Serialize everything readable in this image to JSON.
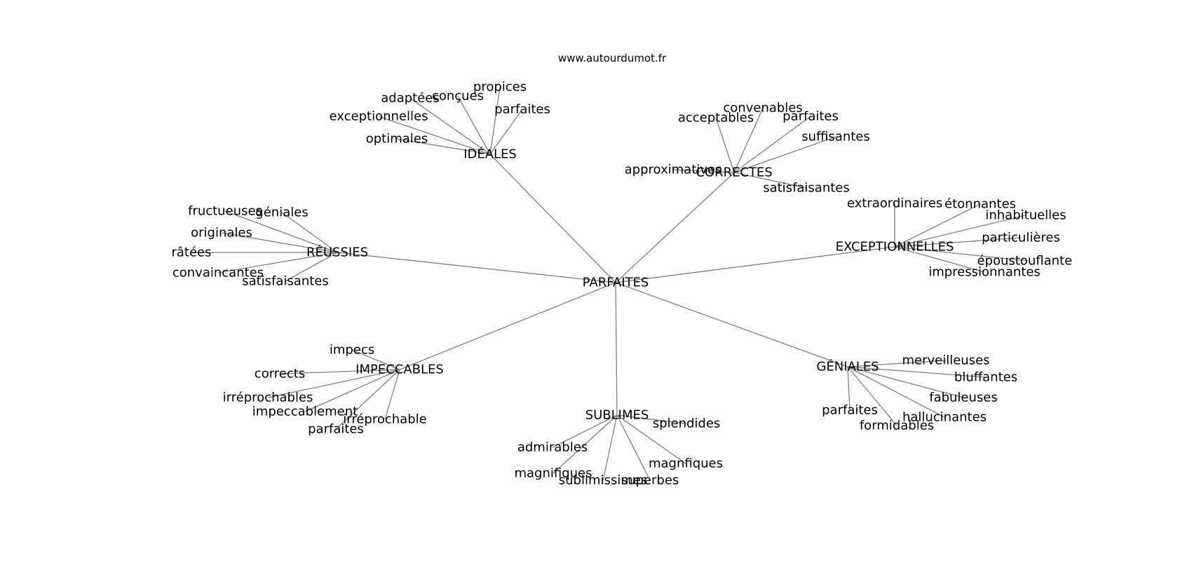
{
  "source": "www.autourdumot.fr",
  "colors": {
    "edge": "#7f7f7f",
    "text": "#000000",
    "background": "#ffffff"
  },
  "center": "PARFAITES",
  "clusters": [
    {
      "id": "ideales",
      "label": "IDÉALES",
      "leaves": [
        "propices",
        "conçues",
        "adaptées",
        "parfaites",
        "exceptionnelles",
        "optimales"
      ]
    },
    {
      "id": "correctes",
      "label": "CORRECTES",
      "leaves": [
        "convenables",
        "acceptables",
        "parfaites",
        "suffisantes",
        "approximatives",
        "satisfaisantes"
      ]
    },
    {
      "id": "reussies",
      "label": "RÉUSSIES",
      "leaves": [
        "fructueuses",
        "géniales",
        "originales",
        "râtées",
        "convaincantes",
        "satisfaisantes"
      ]
    },
    {
      "id": "exceptionnelles",
      "label": "EXCEPTIONNELLES",
      "leaves": [
        "extraordinaires",
        "étonnantes",
        "inhabituelles",
        "particulières",
        "époustouflantes",
        "impressionnantes"
      ]
    },
    {
      "id": "impeccables",
      "label": "IMPECCABLES",
      "leaves": [
        "impecs",
        "corrects",
        "irréprochables",
        "impeccablement",
        "irréprochable",
        "parfaites"
      ]
    },
    {
      "id": "sublimes",
      "label": "SUBLIMES",
      "leaves": [
        "splendides",
        "admirables",
        "magnfiques",
        "magnifiques",
        "sublimissimes",
        "superbes"
      ]
    },
    {
      "id": "geniales",
      "label": "GÉNIALES",
      "leaves": [
        "merveilleuses",
        "bluffantes",
        "fabuleuses",
        "parfaites",
        "hallucinantes",
        "formidables"
      ]
    }
  ]
}
